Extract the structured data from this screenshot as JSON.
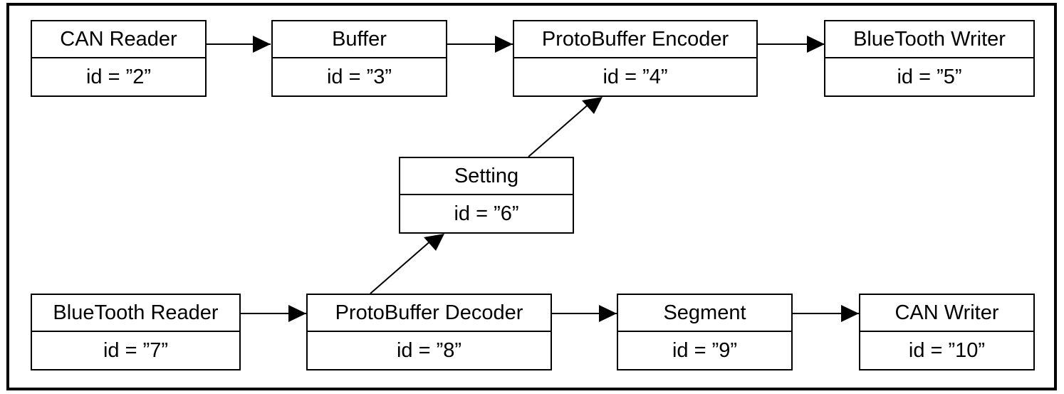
{
  "nodes": [
    {
      "key": "can_reader",
      "title": "CAN Reader",
      "id": "id = ”2”"
    },
    {
      "key": "buffer",
      "title": "Buffer",
      "id": "id = ”3”"
    },
    {
      "key": "protobuffer_encoder",
      "title": "ProtoBuffer Encoder",
      "id": "id = ”4”"
    },
    {
      "key": "bluetooth_writer",
      "title": "BlueTooth Writer",
      "id": "id = ”5”"
    },
    {
      "key": "setting",
      "title": "Setting",
      "id": "id = ”6”"
    },
    {
      "key": "bluetooth_reader",
      "title": "BlueTooth Reader",
      "id": "id = ”7”"
    },
    {
      "key": "protobuffer_decoder",
      "title": "ProtoBuffer Decoder",
      "id": "id = ”8”"
    },
    {
      "key": "segment",
      "title": "Segment",
      "id": "id = ”9”"
    },
    {
      "key": "can_writer",
      "title": "CAN Writer",
      "id": "id = ”10”"
    }
  ],
  "edges": [
    {
      "from": "can_reader",
      "to": "buffer"
    },
    {
      "from": "buffer",
      "to": "protobuffer_encoder"
    },
    {
      "from": "protobuffer_encoder",
      "to": "bluetooth_writer"
    },
    {
      "from": "setting",
      "to": "protobuffer_encoder"
    },
    {
      "from": "protobuffer_decoder",
      "to": "setting"
    },
    {
      "from": "bluetooth_reader",
      "to": "protobuffer_decoder"
    },
    {
      "from": "protobuffer_decoder",
      "to": "segment"
    },
    {
      "from": "segment",
      "to": "can_writer"
    }
  ]
}
